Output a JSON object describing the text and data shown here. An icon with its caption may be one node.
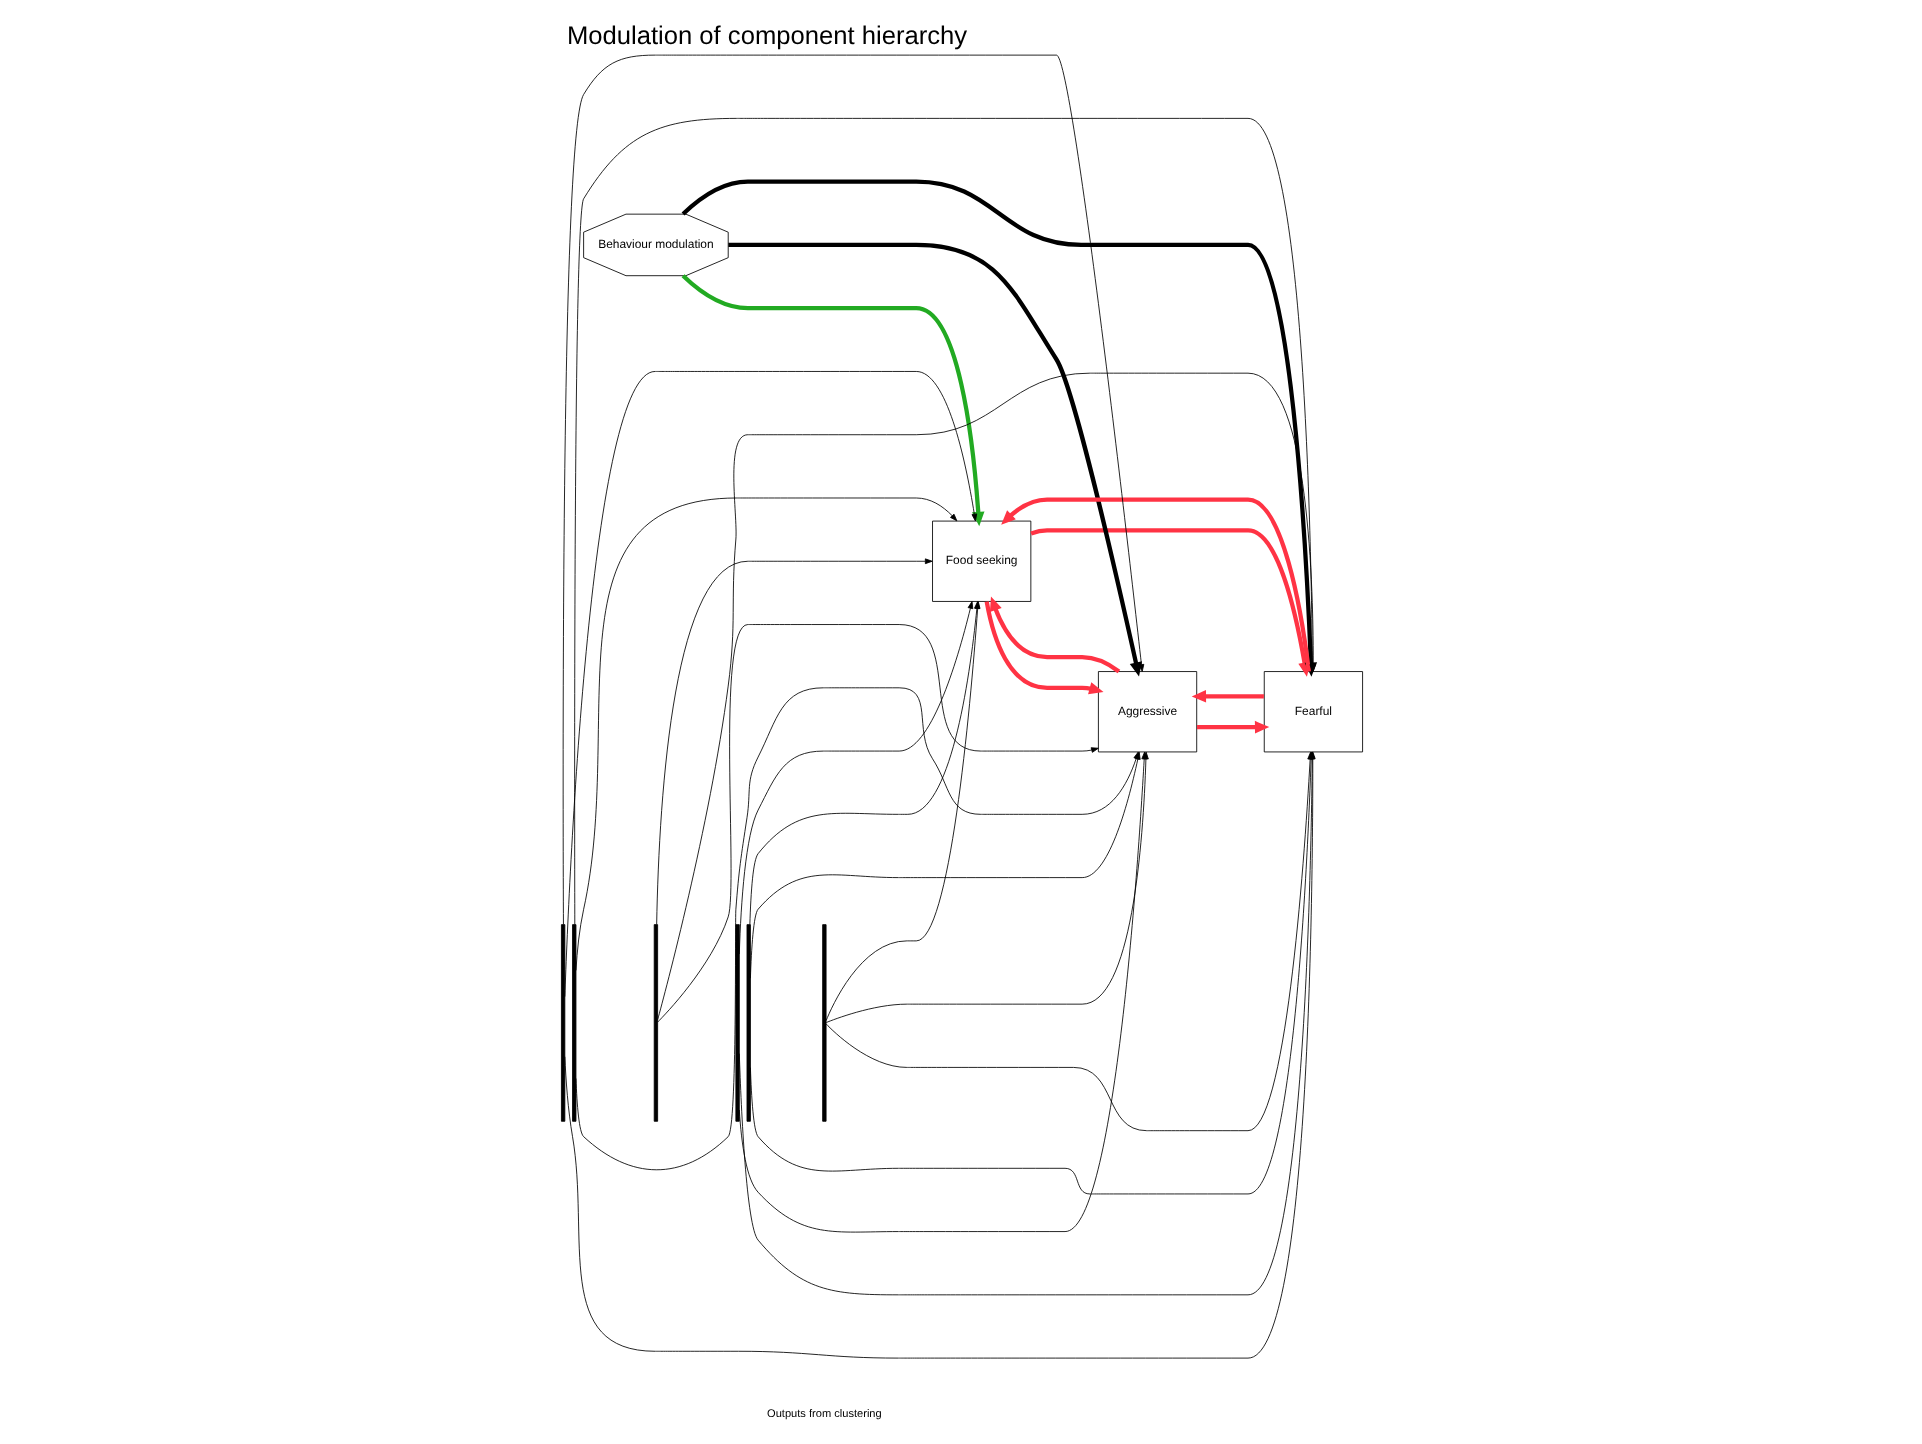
{
  "diagram": {
    "title": "Modulation of component hierarchy",
    "nodes": [
      {
        "text": [
          "Food seeking"
        ]
      },
      {
        "text": [
          "Behaviour modulation"
        ]
      },
      {
        "text": [
          "Aggressive"
        ]
      },
      {
        "text": [
          "Fearful"
        ]
      },
      {
        "text": [],
        "shape": "bar"
      },
      {
        "text": [],
        "shape": "bar"
      },
      {
        "text": [],
        "shape": "bar"
      },
      {
        "text": [],
        "shape": "bar"
      },
      {
        "text": [],
        "shape": "bar"
      },
      {
        "text": [],
        "shape": "bar"
      }
    ],
    "edges": [
      {
        "from": 1,
        "to": 0,
        "arrow": "to",
        "style": "thick",
        "color": "#22aa22"
      },
      {
        "from": 1,
        "to": 2,
        "arrow": "to",
        "style": "thick"
      },
      {
        "from": 1,
        "to": 3,
        "arrow": "to",
        "style": "thick"
      },
      {
        "from": 0,
        "to": 2,
        "arrow": "to",
        "style": "thick",
        "color": "#ff3344"
      },
      {
        "from": 2,
        "to": 0,
        "arrow": "to",
        "style": "thick",
        "color": "#ff3344"
      },
      {
        "from": 3,
        "to": 0,
        "arrow": "to",
        "style": "thick",
        "color": "#ff3344"
      },
      {
        "from": 0,
        "to": 3,
        "arrow": "to",
        "style": "thick",
        "color": "#ff3344"
      },
      {
        "from": 3,
        "to": 2,
        "arrow": "to",
        "style": "thick",
        "color": "#ff3344"
      },
      {
        "from": 2,
        "to": 3,
        "arrow": "to",
        "style": "thick",
        "color": "#ff3344"
      },
      {
        "from": 4,
        "to": 0,
        "arrow": "to"
      },
      {
        "from": 5,
        "to": 0,
        "arrow": "to"
      },
      {
        "from": 6,
        "to": 0,
        "arrow": "to"
      },
      {
        "from": 7,
        "to": 0,
        "arrow": "to"
      },
      {
        "from": 8,
        "to": 0,
        "arrow": "to"
      },
      {
        "from": 9,
        "to": 0,
        "arrow": "to"
      },
      {
        "from": 4,
        "to": 2,
        "arrow": "to"
      },
      {
        "from": 5,
        "to": 2,
        "arrow": "to"
      },
      {
        "from": 6,
        "to": 2,
        "arrow": "to"
      },
      {
        "from": 7,
        "to": 2,
        "arrow": "to"
      },
      {
        "from": 8,
        "to": 2,
        "arrow": "to"
      },
      {
        "from": 9,
        "to": 2,
        "arrow": "to"
      },
      {
        "from": 4,
        "to": 3,
        "arrow": "to"
      },
      {
        "from": 5,
        "to": 3,
        "arrow": "to"
      },
      {
        "from": 6,
        "to": 3,
        "arrow": "to"
      },
      {
        "from": 7,
        "to": 3,
        "arrow": "to"
      },
      {
        "from": 8,
        "to": 3,
        "arrow": "to"
      },
      {
        "from": 9,
        "to": 3,
        "arrow": "to"
      }
    ],
    "labels": [
      "Outputs from clustering"
    ]
  }
}
